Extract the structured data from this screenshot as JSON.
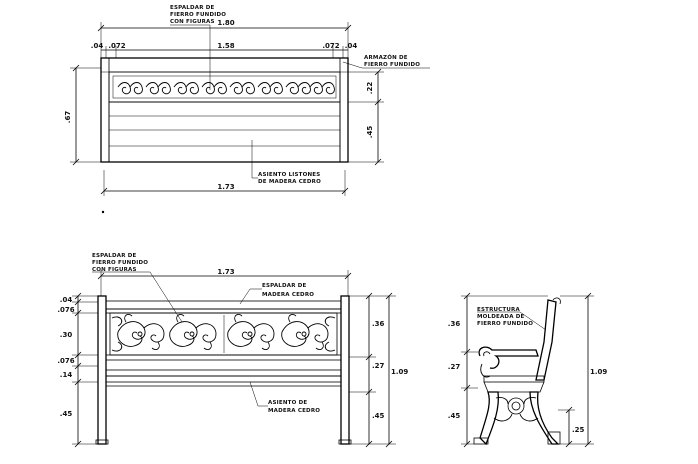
{
  "top_view": {
    "dims": {
      "overall_width": "1.80",
      "left_post": ".04",
      "left_gap": ".072",
      "inner_width": "1.58",
      "right_gap": ".072",
      "right_post": ".04",
      "total_depth": ".67",
      "backrest_depth": ".22",
      "seat_depth": ".45",
      "seat_width": "1.73"
    },
    "labels": {
      "backrest_line1": "ESPALDAR DE",
      "backrest_line2": "FIERRO FUNDIDO",
      "backrest_line3": "CON FIGURAS",
      "frame_line1": "ARMAZÓN DE",
      "frame_line2": "FIERRO FUNDIDO",
      "seat_line1": "ASIENTO LISTONES",
      "seat_line2": "DE MADERA CEDRO"
    }
  },
  "front_view": {
    "dims": {
      "overall_width": "1.73",
      "d1": ".04",
      "d2": ".076",
      "d3": ".30",
      "d4": ".076",
      "d5": ".14",
      "d6": ".45",
      "r1": ".36",
      "r2": ".27",
      "r3": ".45",
      "total_height": "1.09"
    },
    "labels": {
      "backrest_iron_line1": "ESPALDAR DE",
      "backrest_iron_line2": "FIERRO FUNDIDO",
      "backrest_iron_line3": "CON FIGURAS",
      "backrest_wood_line1": "ESPALDAR DE",
      "backrest_wood_line2": "MADERA CEDRO",
      "seat_line1": "ASIENTO DE",
      "seat_line2": "MADERA CEDRO"
    }
  },
  "side_view": {
    "dims": {
      "d1": ".36",
      "d2": ".27",
      "d3": ".45",
      "total_height": "1.09",
      "foot": ".25"
    },
    "labels": {
      "structure_line1": "ESTRUCTURA",
      "structure_line2": "MOLDEADA DE",
      "structure_line3": "FIERRO FUNDIDO"
    }
  }
}
